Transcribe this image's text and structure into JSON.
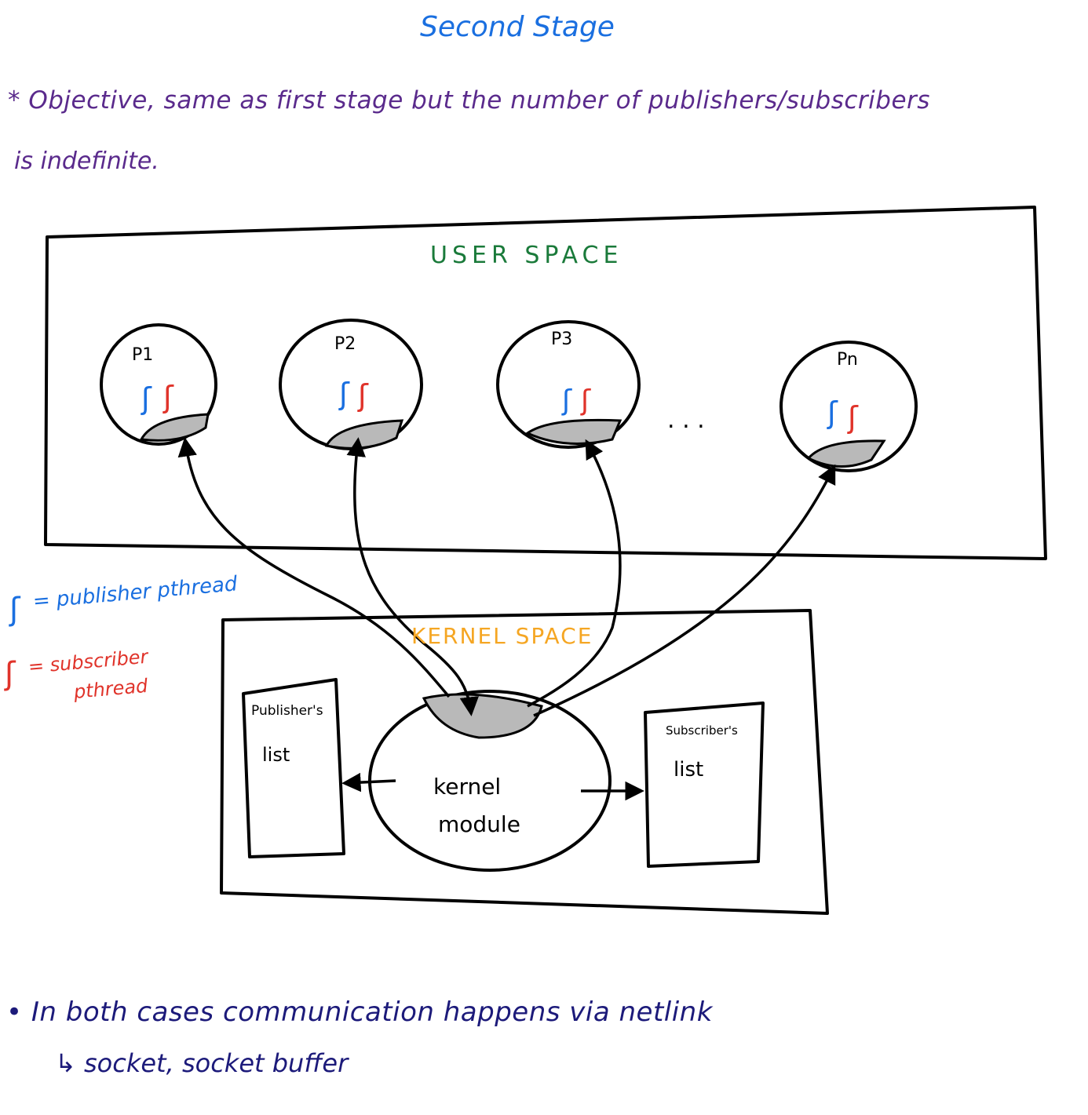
{
  "title": "Second Stage",
  "objective_line1": "* Objective, same as first stage but the number of publishers/subscribers",
  "objective_line2": "is indefinite.",
  "user_space_label": "USER SPACE",
  "kernel_space_label": "KERNEL SPACE",
  "processes": [
    {
      "label": "P1"
    },
    {
      "label": "P2"
    },
    {
      "label": "P3"
    },
    {
      "label": "Pn"
    }
  ],
  "ellipsis": ". . .",
  "legend": {
    "publisher_symbol": "ʃ",
    "publisher_text": "= publisher pthread",
    "subscriber_symbol": "ʃ",
    "subscriber_text_line1": "= subscriber",
    "subscriber_text_line2": "pthread"
  },
  "publishers_list": {
    "line1": "Publisher's",
    "line2": "list"
  },
  "subscribers_list": {
    "line1": "Subscriber's",
    "line2": "list"
  },
  "kernel_module": {
    "line1": "kernel",
    "line2": "module"
  },
  "footer_line1": "• In both cases communication happens via netlink",
  "footer_line2": "↳ socket, socket buffer",
  "colors": {
    "title": "#1a6fe0",
    "objective": "#5a2a8c",
    "user_space": "#1a7a3a",
    "kernel_space": "#f5a623",
    "publisher": "#1a6fe0",
    "subscriber": "#e0332a",
    "footer": "#1c1a7a",
    "shade": "#b9b9b9"
  }
}
